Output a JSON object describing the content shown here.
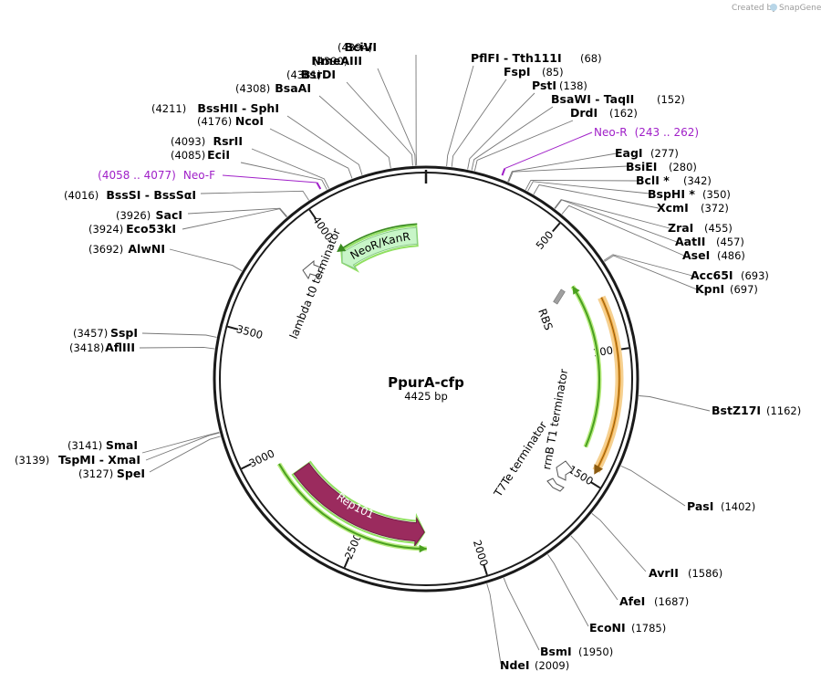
{
  "credit": {
    "prefix": "Created by",
    "brand": "SnapGene"
  },
  "plasmid": {
    "name": "PpurA-cfp",
    "size_label": "4425 bp",
    "length_bp": 4425
  },
  "ticks": [
    {
      "bp": 500,
      "label": "500"
    },
    {
      "bp": 1000,
      "label": "1000"
    },
    {
      "bp": 1500,
      "label": "1500"
    },
    {
      "bp": 2000,
      "label": "2000"
    },
    {
      "bp": 2500,
      "label": "2500"
    },
    {
      "bp": 3000,
      "label": "3000"
    },
    {
      "bp": 3500,
      "label": "3500"
    },
    {
      "bp": 4000,
      "label": "4000"
    }
  ],
  "sites": [
    {
      "id": "bcivi",
      "name": "BciVI",
      "pos": "(4394)",
      "bp": 4394
    },
    {
      "id": "nmeaiii",
      "name": "NmeAIII",
      "pos": "(4390)",
      "bp": 4390
    },
    {
      "id": "bsrdi",
      "name": "BsrDI",
      "pos": "(4381)",
      "bp": 4381
    },
    {
      "id": "bsaai",
      "name": "BsaAI",
      "pos": "(4308)",
      "bp": 4308
    },
    {
      "id": "bsshii",
      "name": "BssHII  - SphI",
      "pos": "(4211)",
      "bp": 4211
    },
    {
      "id": "ncoi",
      "name": "NcoI",
      "pos": "(4176)",
      "bp": 4176
    },
    {
      "id": "rsrii",
      "name": "RsrII",
      "pos": "(4093)",
      "bp": 4093
    },
    {
      "id": "ecii",
      "name": "EciI",
      "pos": "(4085)",
      "bp": 4085
    },
    {
      "id": "bsssi",
      "name": "BssSI  - BssSαI",
      "pos": "(4016)",
      "bp": 4016
    },
    {
      "id": "saci",
      "name": "SacI",
      "pos": "(3926)",
      "bp": 3926
    },
    {
      "id": "eco53ki",
      "name": "Eco53kI",
      "pos": "(3924)",
      "bp": 3924
    },
    {
      "id": "alwni",
      "name": "AlwNI",
      "pos": "(3692)",
      "bp": 3692
    },
    {
      "id": "sspi",
      "name": "SspI",
      "pos": "(3457)",
      "bp": 3457
    },
    {
      "id": "afliii",
      "name": "AflIII",
      "pos": "(3418)",
      "bp": 3418
    },
    {
      "id": "smai",
      "name": "SmaI",
      "pos": "(3141)",
      "bp": 3141
    },
    {
      "id": "tspmi",
      "name": "TspMI  - XmaI",
      "pos": "(3139)",
      "bp": 3139
    },
    {
      "id": "spei",
      "name": "SpeI",
      "pos": "(3127)",
      "bp": 3127
    },
    {
      "id": "pflfi",
      "name": "PflFI  - Tth111I",
      "pos": "(68)",
      "bp": 68
    },
    {
      "id": "fspi",
      "name": "FspI",
      "pos": "(85)",
      "bp": 85
    },
    {
      "id": "psti",
      "name": "PstI",
      "pos": "(138)",
      "bp": 138
    },
    {
      "id": "bsawi",
      "name": "BsaWI  - TaqII",
      "pos": "(152)",
      "bp": 152
    },
    {
      "id": "drdi",
      "name": "DrdI",
      "pos": "(162)",
      "bp": 162
    },
    {
      "id": "eagi",
      "name": "EagI",
      "pos": "(277)",
      "bp": 277
    },
    {
      "id": "bsiei",
      "name": "BsiEI",
      "pos": "(280)",
      "bp": 280
    },
    {
      "id": "bcli",
      "name": "BclI *",
      "pos": "(342)",
      "bp": 342
    },
    {
      "id": "bsphi",
      "name": "BspHI *",
      "pos": "(350)",
      "bp": 350
    },
    {
      "id": "xcmi",
      "name": "XcmI",
      "pos": "(372)",
      "bp": 372
    },
    {
      "id": "zrai",
      "name": "ZraI",
      "pos": "(455)",
      "bp": 455
    },
    {
      "id": "aatii",
      "name": "AatII",
      "pos": "(457)",
      "bp": 457
    },
    {
      "id": "asei",
      "name": "AseI",
      "pos": "(486)",
      "bp": 486
    },
    {
      "id": "acc65i",
      "name": "Acc65I",
      "pos": "(693)",
      "bp": 693
    },
    {
      "id": "kpni",
      "name": "KpnI",
      "pos": "(697)",
      "bp": 697
    },
    {
      "id": "bstz17i",
      "name": "BstZ17I",
      "pos": "(1162)",
      "bp": 1162
    },
    {
      "id": "pasi",
      "name": "PasI",
      "pos": "(1402)",
      "bp": 1402
    },
    {
      "id": "avrii",
      "name": "AvrII",
      "pos": "(1586)",
      "bp": 1586
    },
    {
      "id": "afei",
      "name": "AfeI",
      "pos": "(1687)",
      "bp": 1687
    },
    {
      "id": "econi",
      "name": "EcoNI",
      "pos": "(1785)",
      "bp": 1785
    },
    {
      "id": "bsmi",
      "name": "BsmI",
      "pos": "(1950)",
      "bp": 1950
    },
    {
      "id": "ndei",
      "name": "NdeI",
      "pos": "(2009)",
      "bp": 2009
    }
  ],
  "primers": [
    {
      "id": "neo-r",
      "name": "Neo-R",
      "range": "(243 .. 262)",
      "start": 243,
      "end": 262,
      "color": "#a020c8"
    },
    {
      "id": "neo-f",
      "name": "Neo-F",
      "range": "(4058 .. 4077)",
      "start": 4058,
      "end": 4077,
      "color": "#a020c8"
    }
  ],
  "features": [
    {
      "id": "neor-kanr",
      "label": "NeoR/KanR",
      "type": "CDS",
      "start": 3985,
      "end": 4380,
      "direction": "reverse",
      "color": "#c8f5c8",
      "outline": "#86c986",
      "highlight": "#90e060"
    },
    {
      "id": "rep101",
      "label": "Rep101",
      "type": "CDS",
      "start": 2220,
      "end": 2880,
      "direction": "reverse-drawn",
      "color": "#9b2b5e",
      "outline": "#6e1f43",
      "highlight": "#90e060"
    },
    {
      "id": "orange-cds",
      "label": "",
      "type": "CDS",
      "start": 800,
      "end": 1470,
      "direction": "forward",
      "color": "#f0a030",
      "outline": "#8a5a10",
      "highlight": "#f5d090"
    },
    {
      "id": "green-arc-right",
      "label": "",
      "type": "misc",
      "start": 710,
      "end": 1390,
      "direction": "forward",
      "color": "#4aa020",
      "highlight": "#b8ec80"
    },
    {
      "id": "green-arc-bottom",
      "label": "",
      "type": "misc",
      "start": 2210,
      "end": 2950,
      "direction": "forward",
      "color": "#4aa020",
      "highlight": "#b8ec80"
    },
    {
      "id": "rbs",
      "label": "RBS",
      "type": "RBS",
      "bp": 790,
      "color": "#a0a0a0"
    },
    {
      "id": "lambda-t0",
      "label": "lambda t0 terminator",
      "type": "terminator",
      "bp": 3900,
      "color": "#ffffff"
    },
    {
      "id": "rrnb-t1",
      "label": "rrnB T1 terminator",
      "type": "terminator",
      "bp": 1440,
      "color": "#ffffff"
    },
    {
      "id": "t7te",
      "label": "T7Te terminator",
      "type": "terminator",
      "bp": 1530,
      "color": "#ffffff"
    }
  ],
  "colors": {
    "backbone": "#1a1a1a",
    "leader": "#777777",
    "primer": "#a020c8"
  }
}
